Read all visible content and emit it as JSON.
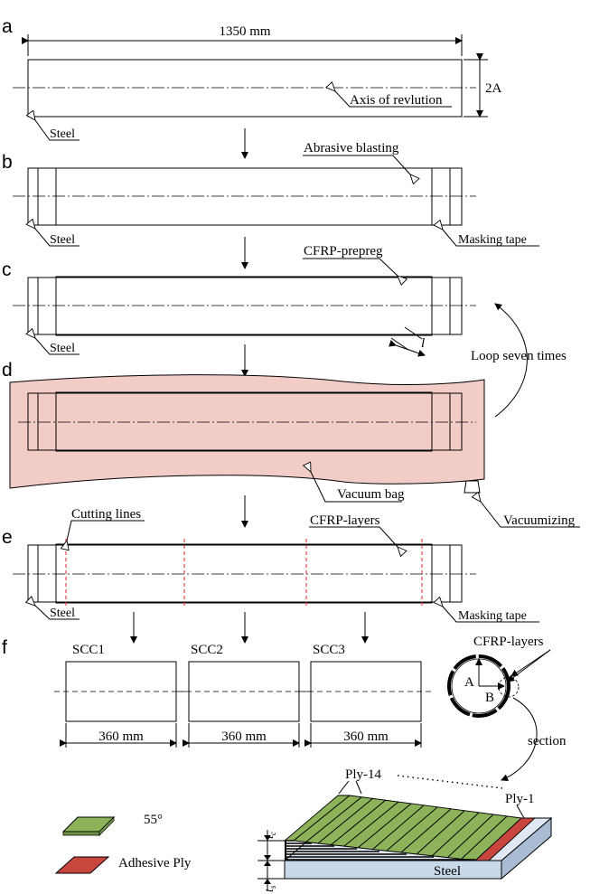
{
  "panels": [
    "a",
    "b",
    "c",
    "d",
    "e",
    "f"
  ],
  "a": {
    "dimension": "1350 mm",
    "radius": "2A",
    "axis_label": "Axis of revlution",
    "steel": "Steel"
  },
  "b": {
    "blasting": "Abrasive blasting",
    "steel": "Steel",
    "masking": "Masking tape"
  },
  "c": {
    "prepreg": "CFRP-prepreg",
    "steel": "Steel",
    "width_symbol": "l"
  },
  "loop": "Loop seven times",
  "d": {
    "vacuum_bag": "Vacuum bag",
    "vacuumizing": "Vacuumizing",
    "bag_color": "#f2cdc8"
  },
  "e": {
    "cutting_lines": "Cutting lines",
    "layers": "CFRP-layers",
    "steel": "Steel",
    "masking": "Masking tape",
    "cut_color": "#e8323c"
  },
  "f": {
    "specimens": [
      {
        "name": "SCC1",
        "length": "360 mm"
      },
      {
        "name": "SCC2",
        "length": "360 mm"
      },
      {
        "name": "SCC3",
        "length": "360 mm"
      }
    ],
    "layers": "CFRP-layers",
    "point_a": "A",
    "point_b": "B",
    "section": "section",
    "ply_top": "Ply-14",
    "ply_bottom": "Ply-1",
    "legend": [
      {
        "label": "55°",
        "color": "#8db35a"
      },
      {
        "label": "Adhesive Ply",
        "color": "#c9463f"
      }
    ],
    "steel": "Steel",
    "steel_color": "#c9d8ea",
    "thickness_c": "t",
    "thickness_c_sub": "c",
    "thickness_s": "t",
    "thickness_s_sub": "s"
  }
}
